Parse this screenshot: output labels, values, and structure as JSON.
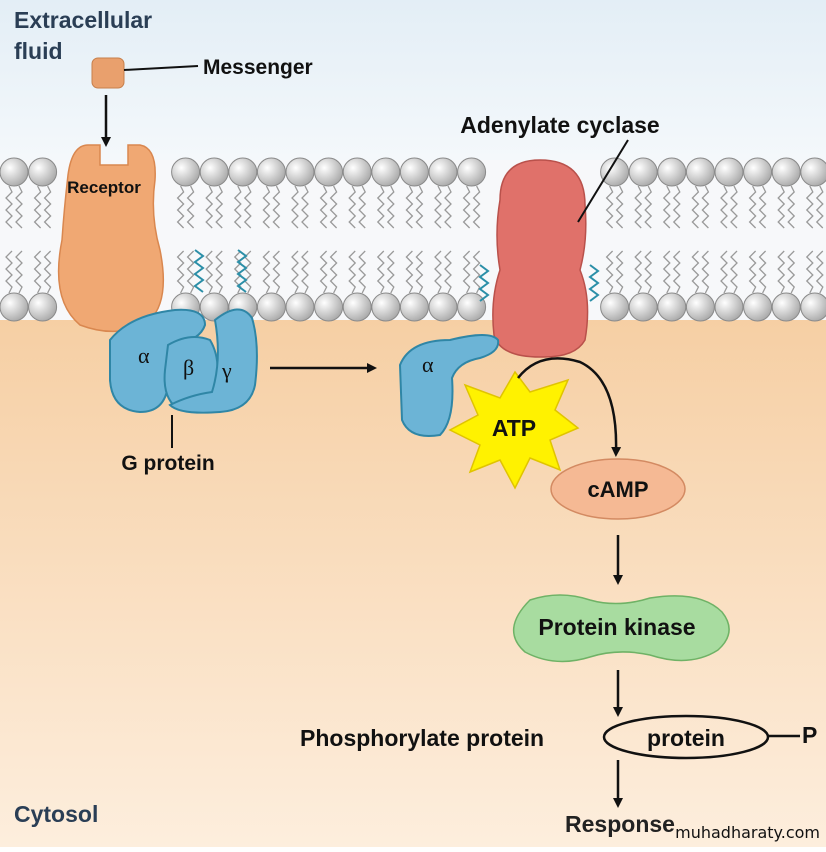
{
  "labels": {
    "extracellular": [
      "Extracellular",
      "fluid"
    ],
    "messenger": "Messenger",
    "receptor": "Receptor",
    "adenylate_cyclase": "Adenylate cyclase",
    "g_protein": "G protein",
    "alpha": "α",
    "beta": "β",
    "gamma": "γ",
    "atp": "ATP",
    "camp": "cAMP",
    "protein_kinase": "Protein kinase",
    "phosphorylate_protein": "Phosphorylate protein",
    "protein": "protein",
    "phosphate": "P",
    "response": "Response",
    "cytosol": "Cytosol",
    "watermark": "muhadharaty.com"
  },
  "colors": {
    "receptor": "#f0a873",
    "g_protein": "#6cb4d6",
    "adenylate_cyclase": "#e0716a",
    "atp": "#fff200",
    "camp": "#f5b994",
    "protein_kinase": "#a8dca0",
    "cytosol": "#f8d3ab",
    "lipid_head": "#c8c8c8"
  }
}
